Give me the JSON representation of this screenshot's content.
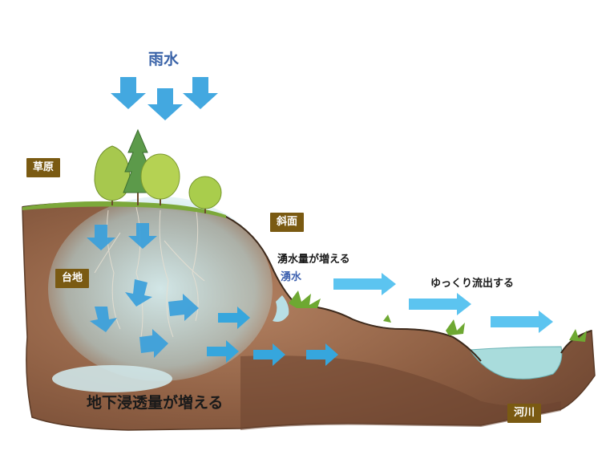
{
  "title": "雨水",
  "labels": {
    "grassland": "草原",
    "plateau": "台地",
    "slope": "斜面",
    "river": "河川",
    "spring_water": "湧水",
    "spring_increase": "湧水量が増える",
    "slow_outflow": "ゆっくり流出する",
    "infiltration_increase": "地下浸透量が増える"
  },
  "colors": {
    "label_box": "#7a5a12",
    "arrow": "#3aa6dc",
    "arrow_light": "#5cc4f0",
    "soil": "#8a5a3c",
    "grass": "#7ca83a",
    "water": "#a8d8dc",
    "title_text": "#3a63a8"
  },
  "icons": {
    "rain_arrow": "arrow-down-icon",
    "flow_arrow": "arrow-right-icon",
    "tree": "tree-icon"
  }
}
